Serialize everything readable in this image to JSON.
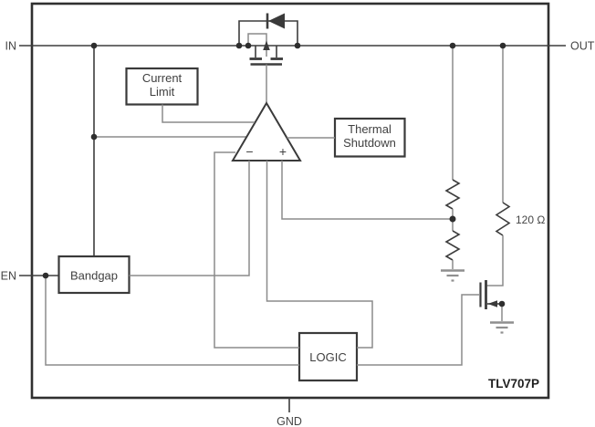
{
  "diagram": {
    "part_number": "TLV707P",
    "pins": {
      "in": "IN",
      "out": "OUT",
      "en": "EN",
      "gnd": "GND"
    },
    "blocks": {
      "current_limit": {
        "line1": "Current",
        "line2": "Limit"
      },
      "thermal_shutdown": {
        "line1": "Thermal",
        "line2": "Shutdown"
      },
      "bandgap": {
        "label": "Bandgap"
      },
      "logic": {
        "label": "LOGIC"
      }
    },
    "amplifier": {
      "minus_label": "−",
      "plus_label": "+"
    },
    "components": {
      "output_resistor_value": "120 Ω"
    },
    "colors": {
      "wire_dark": "#3d3d3d",
      "wire_gray": "#8b8b8b",
      "background": "#ffffff",
      "text": "#404040"
    }
  }
}
